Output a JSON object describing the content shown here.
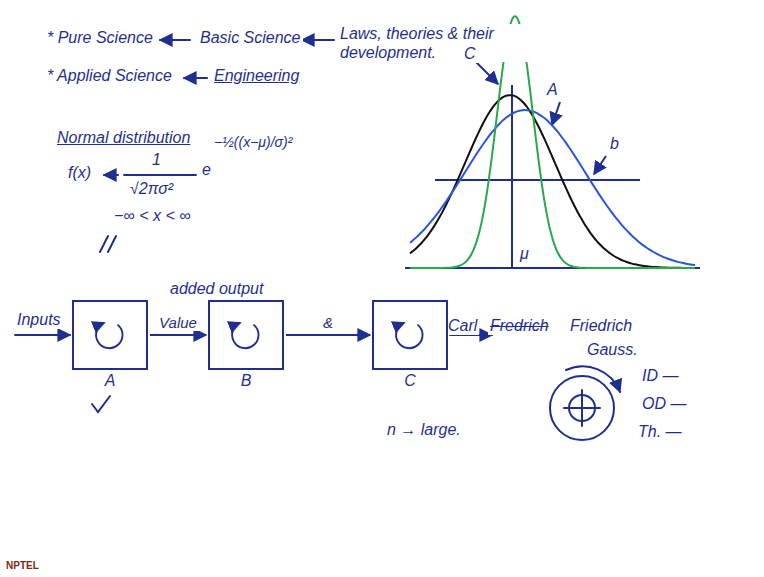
{
  "diagram": {
    "nodes": [
      {
        "text": [
          "A"
        ]
      },
      {
        "text": [
          "B"
        ]
      },
      {
        "text": [
          "C"
        ]
      }
    ],
    "edges": [
      {
        "from": 0,
        "to": 1,
        "arrow": "to",
        "label": "Value"
      },
      {
        "from": 1,
        "to": 2,
        "arrow": "to",
        "label": "&"
      }
    ],
    "labels": [
      "* Pure Science",
      "Basic Science",
      "Laws, theories & their development.",
      "* Applied Science",
      "Engineering",
      "Normal distribution",
      "f(x)",
      "1",
      "√2πσ²",
      "e",
      "−½((x−μ)/σ)²",
      "−∞ < x < ∞",
      "C",
      "A",
      "b",
      "μ",
      "Carl",
      "Fredrich",
      "Friedrich",
      "Gauss.",
      "Inputs",
      "added output",
      "n → large.",
      "ID —",
      "OD —",
      "Th. —",
      "NPTEL"
    ]
  }
}
